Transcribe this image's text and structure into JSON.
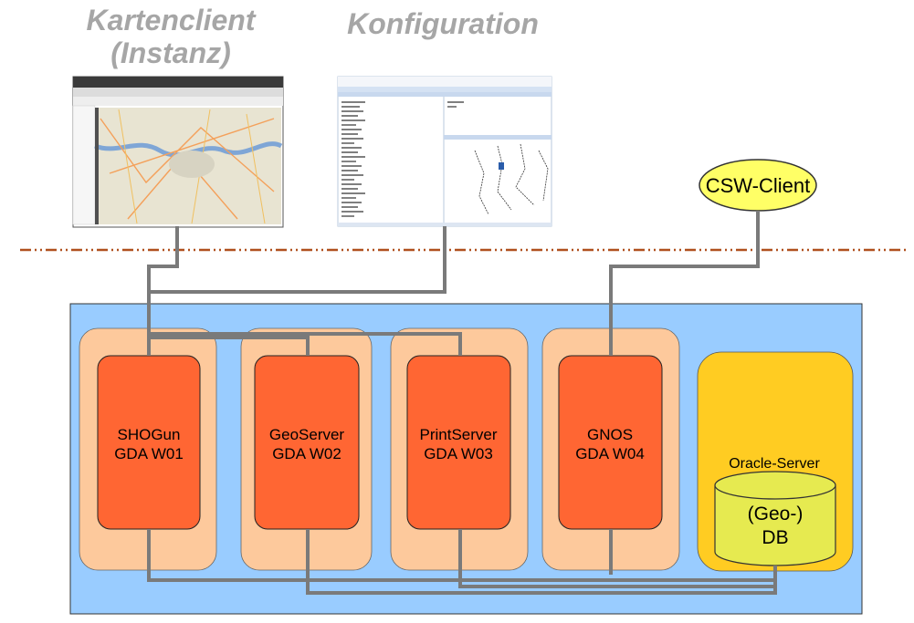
{
  "headings": {
    "map_client_line1": "Kartenclient",
    "map_client_line2": "(Instanz)",
    "configuration": "Konfiguration"
  },
  "csw_client": {
    "label": "CSW-Client"
  },
  "servers": [
    {
      "line1": "SHOGun",
      "line2": "GDA W01"
    },
    {
      "line1": "GeoServer",
      "line2": "GDA W02"
    },
    {
      "line1": "PrintServer",
      "line2": "GDA W03"
    },
    {
      "line1": "GNOS",
      "line2": "GDA W04"
    }
  ],
  "oracle": {
    "server_label": "Oracle-Server",
    "db_line1": "(Geo-)",
    "db_line2": "DB"
  },
  "colors": {
    "infra_background": "#99ccff",
    "server_outer": "#fdc99c",
    "server_inner": "#ff6633",
    "oracle_box": "#ffcc22",
    "db_cylinder": "#e6ea50",
    "csw_ellipse": "#ffff66",
    "connector": "#808080",
    "separator": "#b0501e"
  }
}
